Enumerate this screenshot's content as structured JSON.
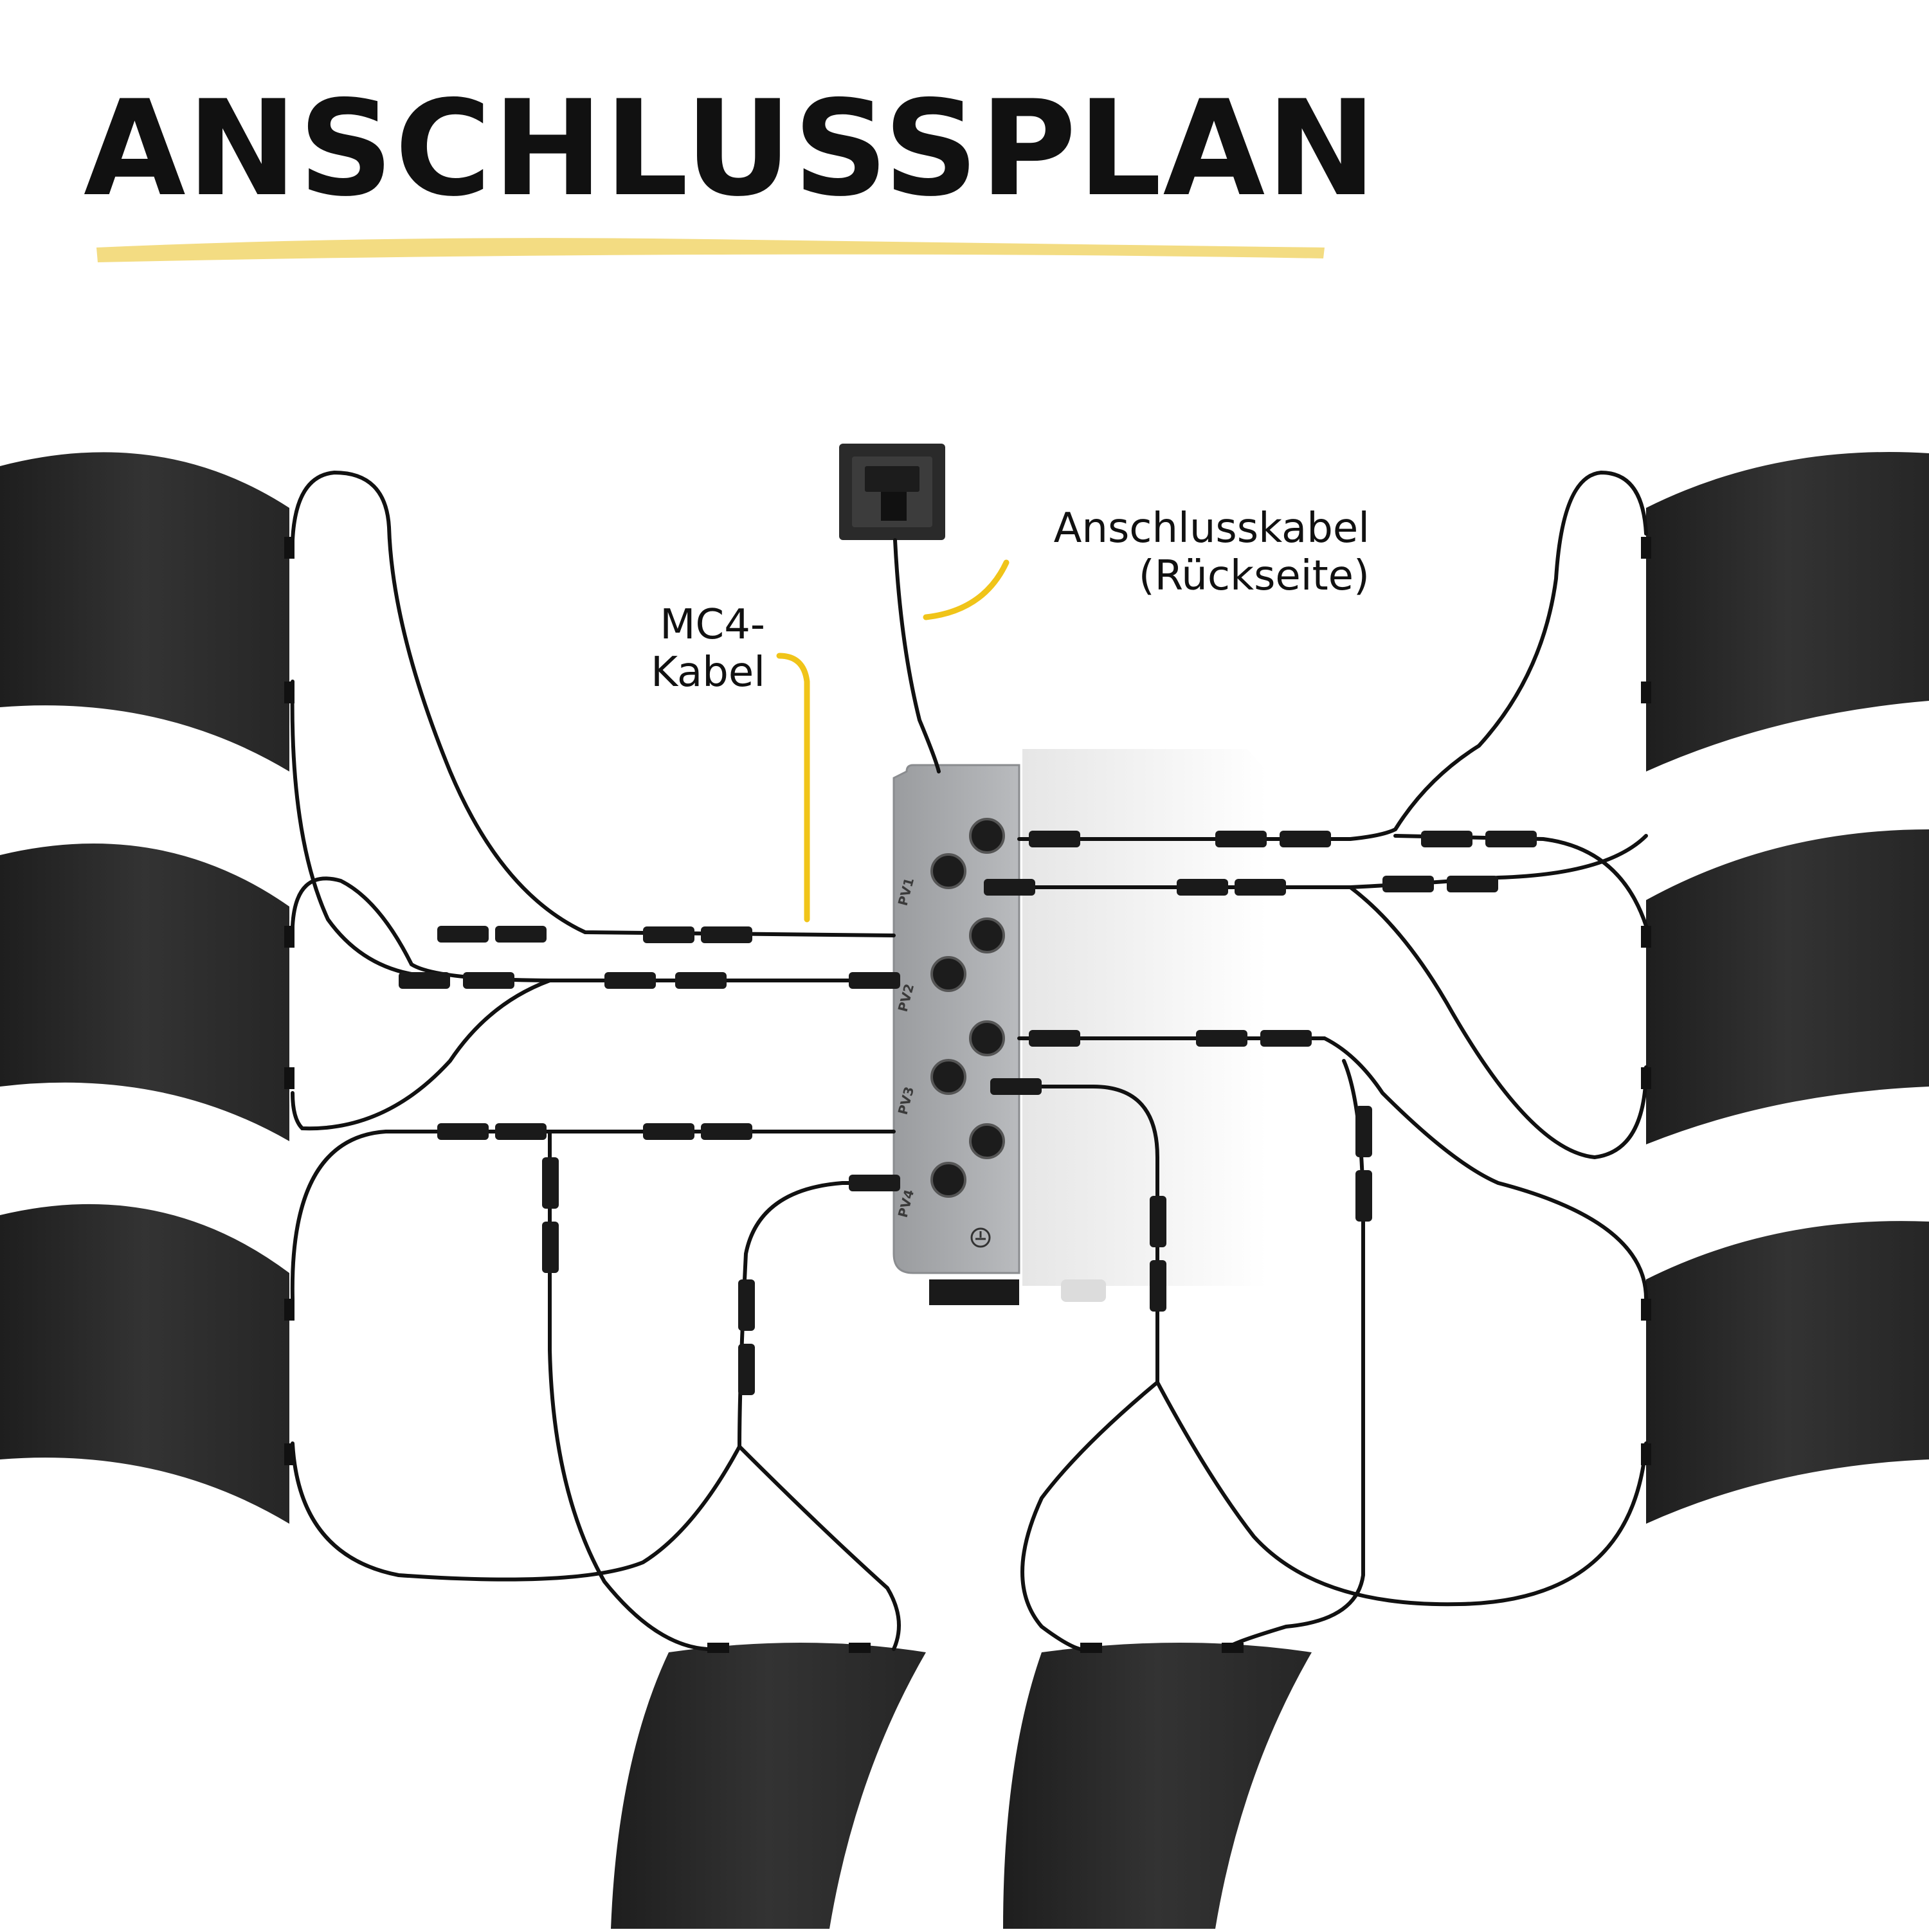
{
  "title": "ANSCHLUSSPLAN",
  "colors": {
    "accent": "#f3dc82",
    "accent_line": "#f0c419",
    "panel": "#2b2b2b",
    "cable": "#111111",
    "inverter": "#a8aaad"
  },
  "labels": {
    "connection_cable": {
      "line1": "Anschlusskabel",
      "line2": "(Rückseite)"
    },
    "mc4_cable": {
      "line1": "MC4-",
      "line2": "Kabel"
    }
  },
  "inverter": {
    "ports": [
      "PV1",
      "PV2",
      "PV3",
      "PV4"
    ]
  },
  "icons": [
    "wall-socket-icon",
    "ground-symbol-icon"
  ]
}
